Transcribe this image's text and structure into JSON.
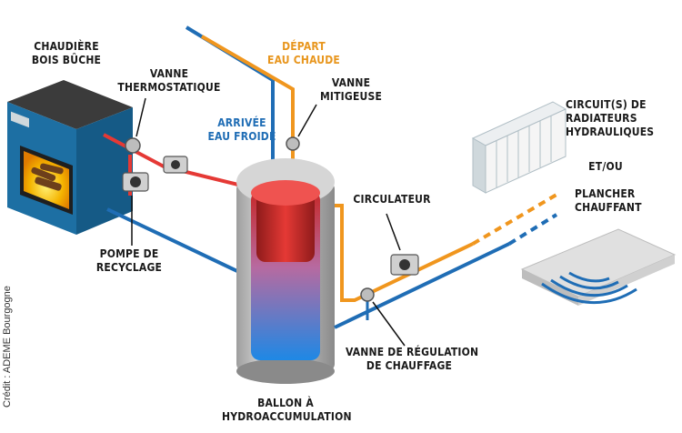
{
  "labels": {
    "chaudiere": [
      "CHAUDIÈRE",
      "BOIS BÛCHE"
    ],
    "vanne_thermo": [
      "VANNE",
      "THERMOSTATIQUE"
    ],
    "depart": [
      "DÉPART",
      "EAU CHAUDE"
    ],
    "vanne_mitigeuse": [
      "VANNE",
      "MITIGEUSE"
    ],
    "arrivee": [
      "ARRIVÉE",
      "EAU FROIDE"
    ],
    "circuits": [
      "CIRCUIT(S) DE",
      "RADIATEURS",
      "HYDRAULIQUES"
    ],
    "etou": "ET/OU",
    "plancher": [
      "PLANCHER",
      "CHAUFFANT"
    ],
    "circulateur": "CIRCULATEUR",
    "pompe": [
      "POMPE DE",
      "RECYCLAGE"
    ],
    "vanne_regulation": [
      "VANNE DE RÉGULATION",
      "DE CHAUFFAGE"
    ],
    "ballon": [
      "BALLON À",
      "HYDROACCUMULATION"
    ]
  },
  "credit": "Crédit : ADEME Bourgogne",
  "colors": {
    "hot": "#e53935",
    "cold": "#1f6db5",
    "warm": "#f0961e",
    "boiler": "#1d6fa3",
    "fire": "#f5b400"
  }
}
